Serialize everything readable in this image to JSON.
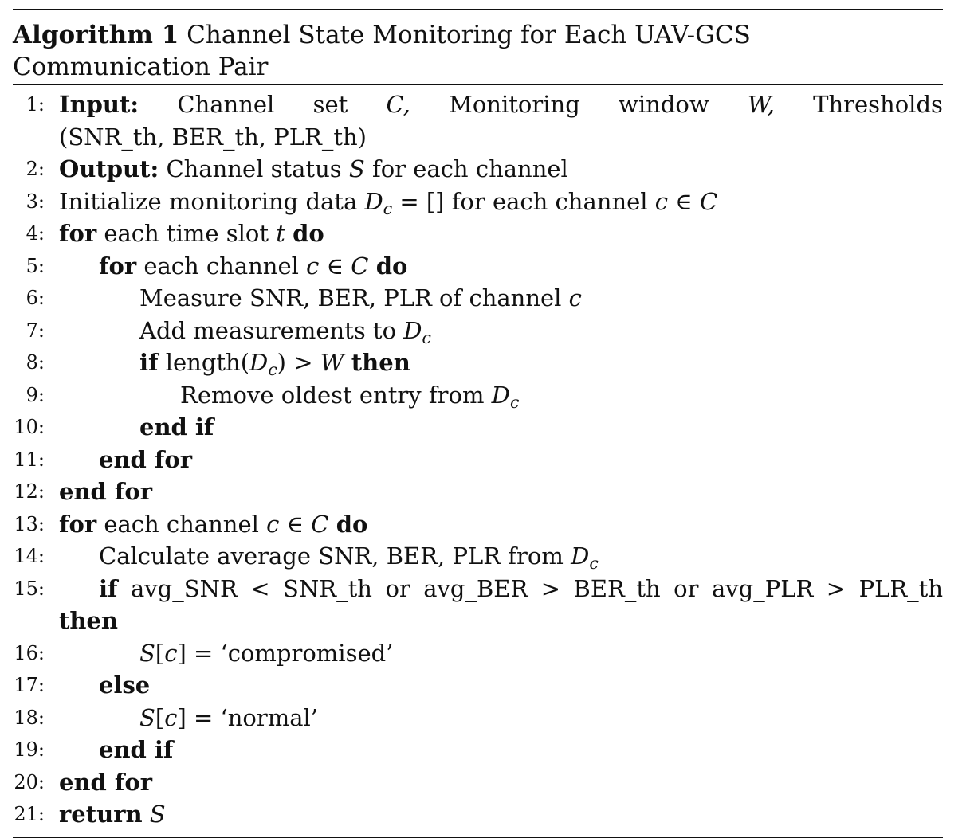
{
  "algorithm": {
    "label": "Algorithm 1",
    "title": "Channel State Monitoring for Each UAV-GCS Communication Pair",
    "lines": [
      {
        "no": "1:",
        "input_kw": "Input:",
        "w1": "Channel",
        "w2": "set",
        "w3": "C,",
        "w4": "Monitoring",
        "w5": "window",
        "w6": "W,",
        "w7": "Thresholds",
        "cont": "(SNR_th, BER_th, PLR_th)"
      },
      {
        "no": "2:",
        "kw": "Output:",
        "text": "Channel status",
        "var": "S",
        "text2": "for each channel"
      },
      {
        "no": "3:",
        "text": "Initialize monitoring data",
        "var": "D",
        "sub": "c",
        "text2": "= [] for each channel",
        "var2": "c",
        "text3": "∈",
        "var3": "C"
      },
      {
        "no": "4:",
        "kw": "for",
        "text": "each time slot",
        "var": "t",
        "kw2": "do"
      },
      {
        "no": "5:",
        "kw": "for",
        "text": "each channel",
        "var": "c",
        "text2": "∈",
        "var2": "C",
        "kw2": "do"
      },
      {
        "no": "6:",
        "text": "Measure SNR, BER, PLR of channel",
        "var": "c"
      },
      {
        "no": "7:",
        "text": "Add measurements to",
        "var": "D",
        "sub": "c"
      },
      {
        "no": "8:",
        "kw": "if",
        "text": "length(",
        "var": "D",
        "sub": "c",
        "text2": ") >",
        "var2": "W",
        "kw2": "then"
      },
      {
        "no": "9:",
        "text": "Remove oldest entry from",
        "var": "D",
        "sub": "c"
      },
      {
        "no": "10:",
        "kw": "end if"
      },
      {
        "no": "11:",
        "kw": "end for"
      },
      {
        "no": "12:",
        "kw": "end for"
      },
      {
        "no": "13:",
        "kw": "for",
        "text": "each channel",
        "var": "c",
        "text2": "∈",
        "var2": "C",
        "kw2": "do"
      },
      {
        "no": "14:",
        "text": "Calculate average SNR, BER, PLR from",
        "var": "D",
        "sub": "c"
      },
      {
        "no": "15:",
        "kw": "if",
        "w1": "avg_SNR",
        "w2": "<",
        "w3": "SNR_th",
        "w4": "or",
        "w5": "avg_BER",
        "w6": ">",
        "w7": "BER_th",
        "w8": "or",
        "w9": "avg_PLR",
        "w10": ">",
        "w11": "PLR_th",
        "cont_kw": "then"
      },
      {
        "no": "16:",
        "var": "S",
        "text": "[",
        "var2": "c",
        "text2": "] = ‘compromised’"
      },
      {
        "no": "17:",
        "kw": "else"
      },
      {
        "no": "18:",
        "var": "S",
        "text": "[",
        "var2": "c",
        "text2": "] = ‘normal’"
      },
      {
        "no": "19:",
        "kw": "end if"
      },
      {
        "no": "20:",
        "kw": "end for"
      },
      {
        "no": "21:",
        "kw": "return",
        "var": "S"
      }
    ]
  }
}
